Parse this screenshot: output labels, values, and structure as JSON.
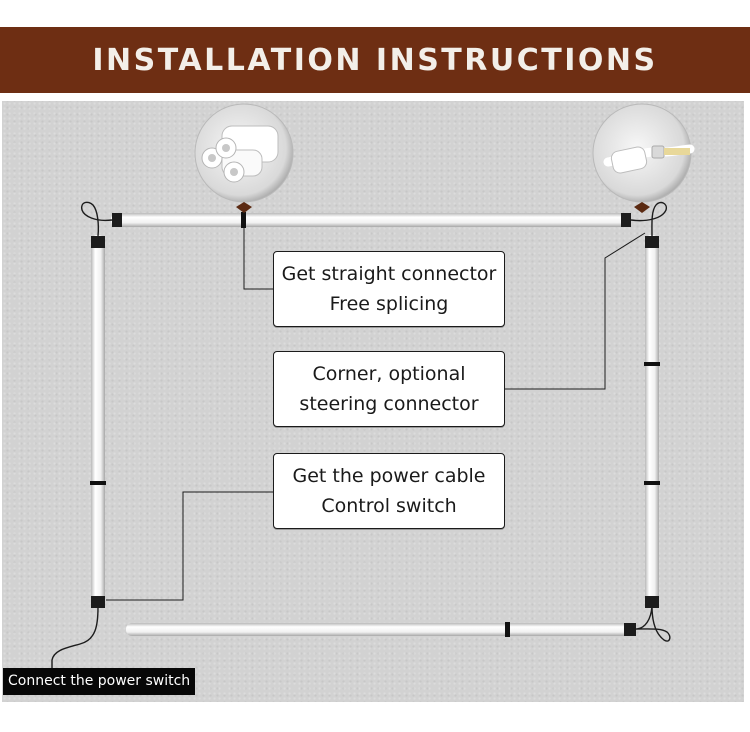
{
  "header": {
    "title": "INSTALLATION INSTRUCTIONS"
  },
  "callouts": [
    {
      "line1": "Get straight connector",
      "line2": "Free splicing"
    },
    {
      "line1": "Corner, optional",
      "line2": "steering connector"
    },
    {
      "line1": "Get the power cable",
      "line2": "Control switch"
    }
  ],
  "caption": {
    "text": "Connect the power switch"
  },
  "colors": {
    "banner": "#6e2e13",
    "board": "#d2d2d2",
    "tube": "#f4f4f4",
    "connector": "#1c1c1c"
  },
  "icons": [
    "straight-connector-icon",
    "corner-connector-icon"
  ]
}
